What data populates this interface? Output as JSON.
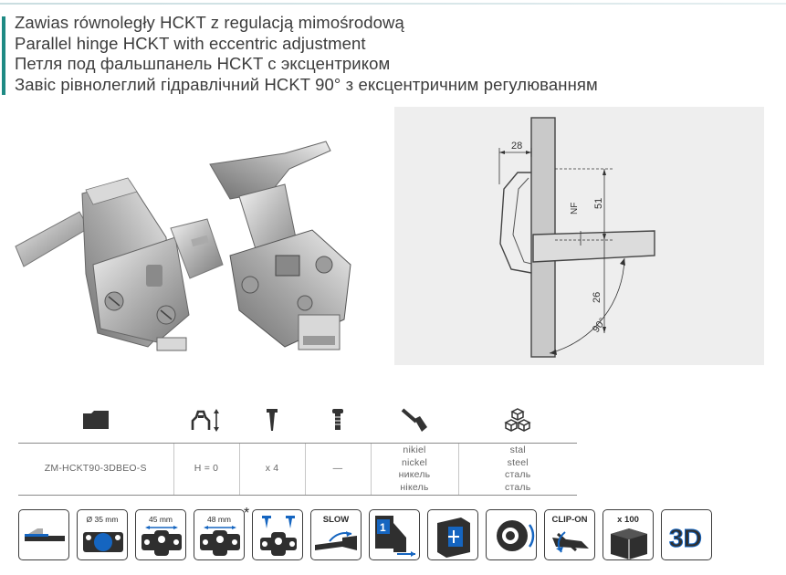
{
  "header": {
    "lines": [
      "Zawias równoległy HCKT z regulacją mimośrodową",
      "Parallel hinge HCKT with eccentric adjustment",
      "Петля под фальшпанель HCKT с эксцентриком",
      "Завіс рівнолеглий гідравлічний HCKT 90° з ексцентричним регулюванням"
    ]
  },
  "drawing": {
    "dim_28": "28",
    "dim_51": "51",
    "dim_nf": "NF",
    "dim_26": "26",
    "angle": "90°"
  },
  "spec": {
    "icons": [
      "folder-icon",
      "height-adjust-icon",
      "screw-icon",
      "euro-screw-icon",
      "brush-finish-icon",
      "material-cubes-icon"
    ],
    "row": {
      "code": "ZM-HCKT90-3DBEO-S",
      "height": "H = 0",
      "screws": "x 4",
      "euro": "—",
      "finish": [
        "nikiel",
        "nickel",
        "никель",
        "нікель"
      ],
      "material": [
        "stal",
        "steel",
        "сталь",
        "сталь"
      ]
    }
  },
  "features": {
    "cup_35": "Ø 35 mm",
    "dist_45": "45 mm",
    "dist_48": "48 mm",
    "star": "*",
    "slow": "SLOW",
    "step_num": "1",
    "clip_on": "CLIP-ON",
    "pack": "x 100",
    "three_d": "3D"
  },
  "colors": {
    "accent": "#1e8a84",
    "blue": "#1565c0",
    "dark": "#2f2f2f"
  }
}
